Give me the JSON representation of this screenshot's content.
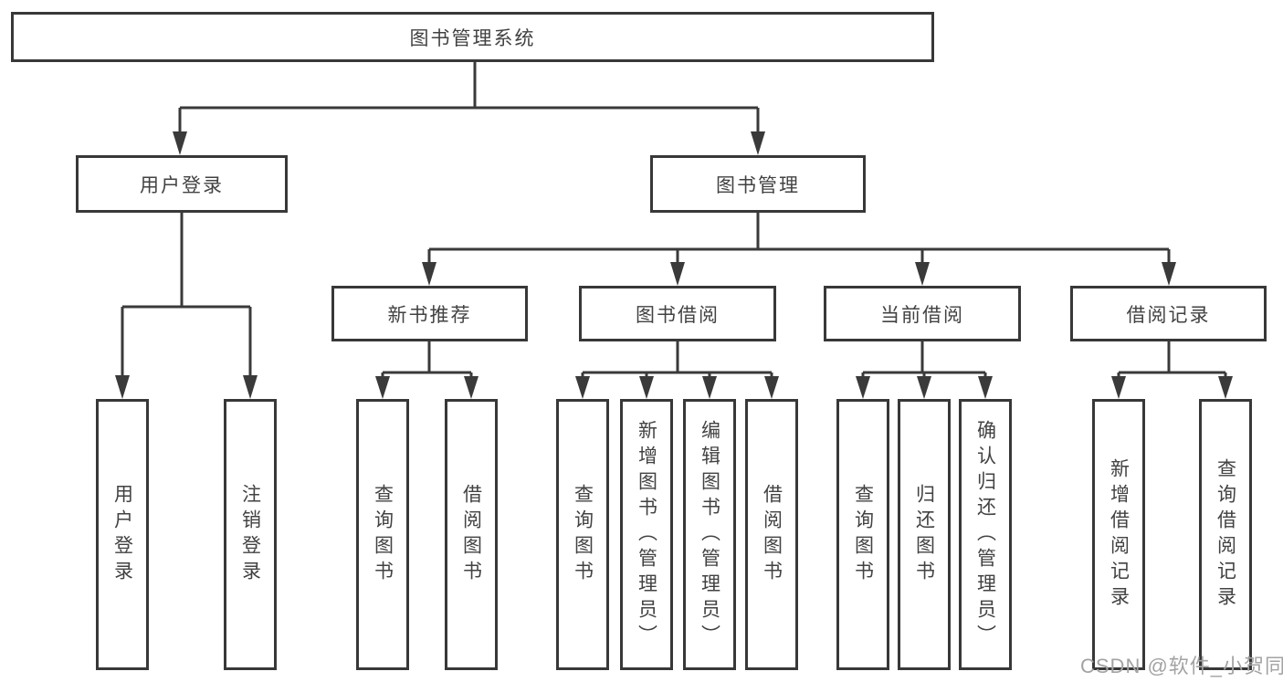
{
  "tree": {
    "label": "图书管理系统",
    "children": [
      {
        "label": "用户登录",
        "children": [
          {
            "label": "用户登录"
          },
          {
            "label": "注销登录"
          }
        ]
      },
      {
        "label": "图书管理",
        "children": [
          {
            "label": "新书推荐",
            "children": [
              {
                "label": "查询图书"
              },
              {
                "label": "借阅图书"
              }
            ]
          },
          {
            "label": "图书借阅",
            "children": [
              {
                "label": "查询图书"
              },
              {
                "label": "新增图书（管理员）"
              },
              {
                "label": "编辑图书（管理员）"
              },
              {
                "label": "借阅图书"
              }
            ]
          },
          {
            "label": "当前借阅",
            "children": [
              {
                "label": "查询图书"
              },
              {
                "label": "归还图书"
              },
              {
                "label": "确认归还（管理员）"
              }
            ]
          },
          {
            "label": "借阅记录",
            "children": [
              {
                "label": "新增借阅记录"
              },
              {
                "label": "查询借阅记录"
              }
            ]
          }
        ]
      }
    ]
  },
  "watermark": "CSDN @软件_小贺同学",
  "colors": {
    "line": "#3a3a3a",
    "box_border": "#383838",
    "text": "#424242",
    "watermark": "#a3a3a3",
    "background": "#ffffff"
  }
}
